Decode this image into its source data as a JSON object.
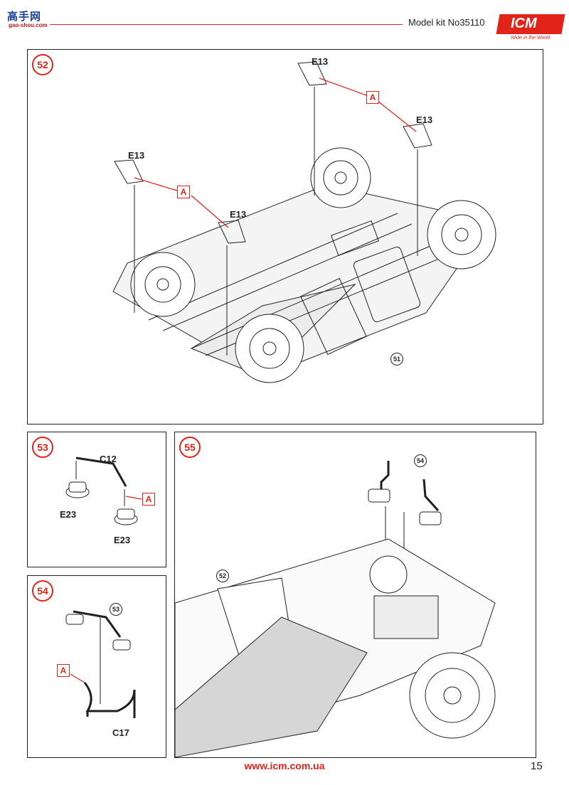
{
  "header": {
    "watermark_main": "高手网",
    "watermark_sub": "gao-shou.com",
    "model_kit": "Model kit No35110",
    "logo": "ICM",
    "logo_tagline": "Wide in the World"
  },
  "steps": {
    "s52": {
      "number": "52",
      "parts": [
        "E13",
        "E13",
        "E13",
        "E13"
      ],
      "callouts": [
        "A",
        "A"
      ],
      "refs": [
        "51"
      ]
    },
    "s53": {
      "number": "53",
      "parts": [
        "C12",
        "E23",
        "E23"
      ],
      "callouts": [
        "A"
      ]
    },
    "s54": {
      "number": "54",
      "parts": [
        "C17"
      ],
      "callouts": [
        "A"
      ],
      "refs": [
        "53"
      ]
    },
    "s55": {
      "number": "55",
      "refs": [
        "54",
        "52"
      ]
    }
  },
  "footer": {
    "url": "www.icm.com.ua",
    "page": "15"
  },
  "colors": {
    "accent_red": "#e2231a",
    "ink": "#231f20"
  }
}
